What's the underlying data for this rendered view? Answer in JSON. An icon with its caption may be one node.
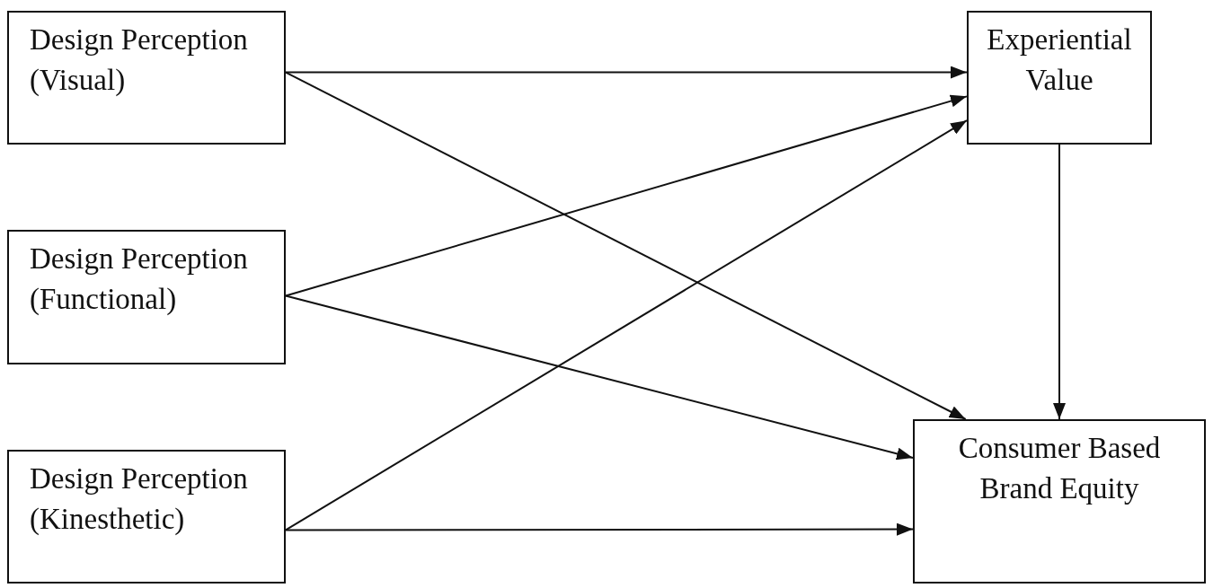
{
  "diagram": {
    "nodes": [
      {
        "text": [
          "Design Perception (Visual)"
        ]
      },
      {
        "text": [
          "Design Perception (Functional)"
        ]
      },
      {
        "text": [
          "Design Perception (Kinesthetic)"
        ]
      },
      {
        "text": [
          "Experiential Value"
        ]
      },
      {
        "text": [
          "Consumer Based Brand Equity"
        ]
      }
    ],
    "edges": [
      {
        "from": 0,
        "to": 3,
        "arrow": "to"
      },
      {
        "from": 0,
        "to": 4,
        "arrow": "to"
      },
      {
        "from": 1,
        "to": 3,
        "arrow": "to"
      },
      {
        "from": 1,
        "to": 4,
        "arrow": "to"
      },
      {
        "from": 2,
        "to": 3,
        "arrow": "to"
      },
      {
        "from": 2,
        "to": 4,
        "arrow": "to"
      },
      {
        "from": 3,
        "to": 4,
        "arrow": "to"
      }
    ]
  }
}
